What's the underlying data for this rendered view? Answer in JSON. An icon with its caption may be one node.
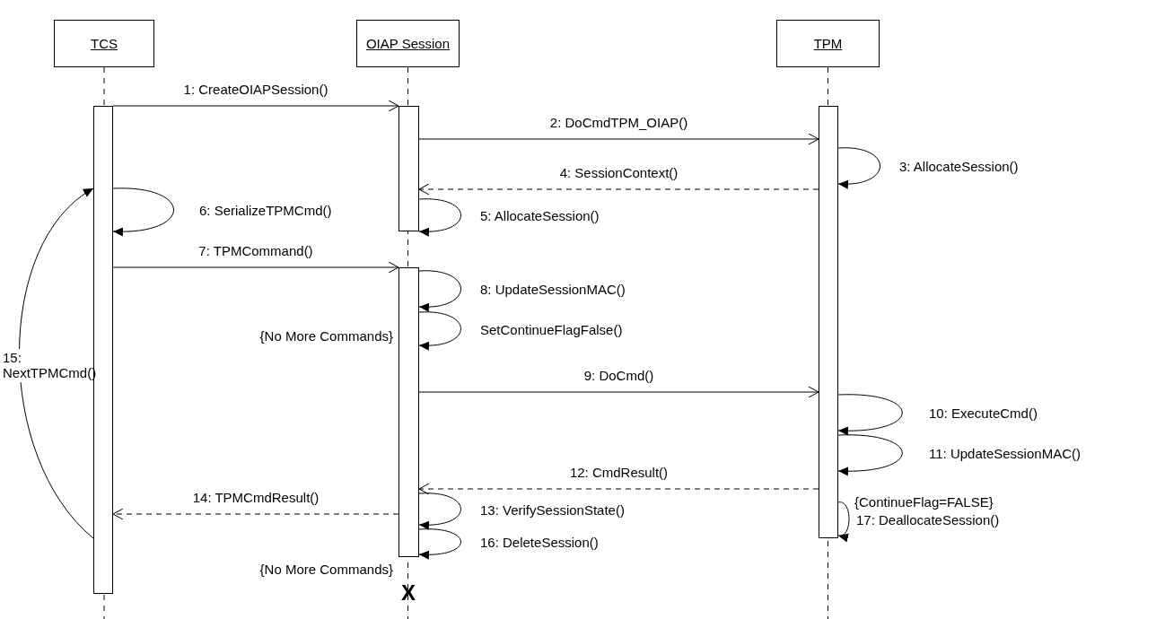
{
  "diagram": {
    "nodes": [
      {
        "text": [
          "TCS"
        ]
      },
      {
        "text": [
          "OIAP Session"
        ]
      },
      {
        "text": [
          "TPM"
        ]
      },
      {
        "text": [],
        "shape": "bar"
      },
      {
        "text": [],
        "shape": "bar"
      },
      {
        "text": [],
        "shape": "bar"
      },
      {
        "text": [],
        "shape": "bar"
      }
    ],
    "edges": [
      {
        "from": 3,
        "to": 4,
        "arrow": "to",
        "label": "1: CreateOIAPSession()"
      },
      {
        "from": 4,
        "to": 6,
        "arrow": "to",
        "label": "2: DoCmdTPM_OIAP()"
      },
      {
        "from": 6,
        "to": 6,
        "arrow": "to",
        "label": "3: AllocateSession()"
      },
      {
        "from": 6,
        "to": 4,
        "arrow": "to",
        "label": "4: SessionContext()",
        "style": "dashed"
      },
      {
        "from": 4,
        "to": 4,
        "arrow": "to",
        "label": "5: AllocateSession()"
      },
      {
        "from": 3,
        "to": 3,
        "arrow": "to",
        "label": "6: SerializeTPMCmd()"
      },
      {
        "from": 3,
        "to": 5,
        "arrow": "to",
        "label": "7: TPMCommand()"
      },
      {
        "from": 5,
        "to": 5,
        "arrow": "to",
        "label": "8: UpdateSessionMAC()"
      },
      {
        "from": 5,
        "to": 5,
        "arrow": "to",
        "label": "SetContinueFlagFalse()"
      },
      {
        "from": 5,
        "to": 6,
        "arrow": "to",
        "label": "9: DoCmd()"
      },
      {
        "from": 6,
        "to": 6,
        "arrow": "to",
        "label": "10: ExecuteCmd()"
      },
      {
        "from": 6,
        "to": 6,
        "arrow": "to",
        "label": "11: UpdateSessionMAC()"
      },
      {
        "from": 6,
        "to": 5,
        "arrow": "to",
        "label": "12: CmdResult()",
        "style": "dashed"
      },
      {
        "from": 5,
        "to": 5,
        "arrow": "to",
        "label": "13: VerifySessionState()"
      },
      {
        "from": 5,
        "to": 3,
        "arrow": "to",
        "label": "14: TPMCmdResult()",
        "style": "dashed"
      },
      {
        "from": 3,
        "to": 3,
        "arrow": "to",
        "label": "15: NextTPMCmd()"
      },
      {
        "from": 5,
        "to": 5,
        "arrow": "to",
        "label": "16: DeleteSession()"
      },
      {
        "from": 6,
        "to": 6,
        "arrow": "to",
        "label": "17: DeallocateSession()"
      }
    ],
    "labels": [
      "{No More Commands}",
      "{ContinueFlag=FALSE}",
      "{No More Commands}",
      "X"
    ]
  }
}
